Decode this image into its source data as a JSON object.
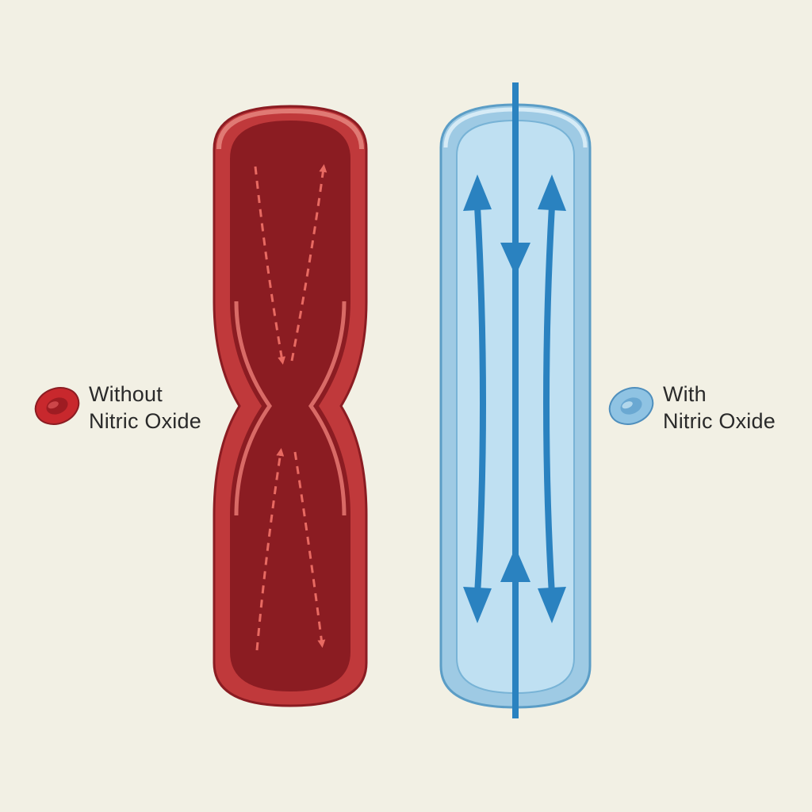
{
  "left_panel": {
    "label_line1": "Without",
    "label_line2": "Nitric Oxide",
    "vessel_state": "constricted",
    "colors": {
      "vessel_outer": "#c0393b",
      "vessel_inner": "#8b1c22",
      "arrow": "#e86a62",
      "cell": "#c8282d"
    }
  },
  "right_panel": {
    "label_line1": "With",
    "label_line2": "Nitric Oxide",
    "vessel_state": "dilated",
    "colors": {
      "vessel_outer": "#9ecae4",
      "vessel_inner": "#bfe0f2",
      "arrow": "#2a82c0",
      "cell": "#8fc3e3"
    }
  },
  "icons": {
    "left_cell": "red-blood-cell-icon",
    "right_cell": "blue-blood-cell-icon"
  },
  "background": "#f2f0e4"
}
